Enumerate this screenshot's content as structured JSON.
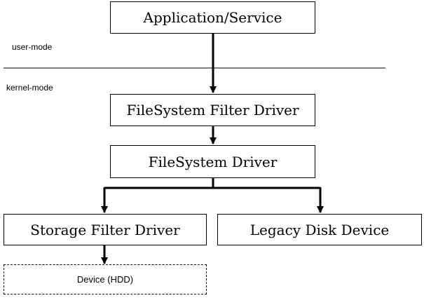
{
  "diagram": {
    "zones": {
      "upper_label": "user-mode",
      "lower_label": "kernel-mode"
    },
    "nodes": {
      "application": "Application/Service",
      "fs_filter": "FileSystem Filter Driver",
      "fs_driver": "FileSystem Driver",
      "storage_filter": "Storage Filter Driver",
      "legacy_disk": "Legacy Disk Device",
      "device": "Device (HDD)"
    },
    "edges": [
      {
        "from": "application",
        "to": "fs_filter"
      },
      {
        "from": "fs_filter",
        "to": "fs_driver"
      },
      {
        "from": "fs_driver",
        "to": "storage_filter"
      },
      {
        "from": "fs_driver",
        "to": "legacy_disk"
      },
      {
        "from": "storage_filter",
        "to": "device"
      }
    ],
    "styles": {
      "line_color": "#000000",
      "box_border": "#000000",
      "background": "#ffffff",
      "device_border_style": "dashed"
    }
  }
}
